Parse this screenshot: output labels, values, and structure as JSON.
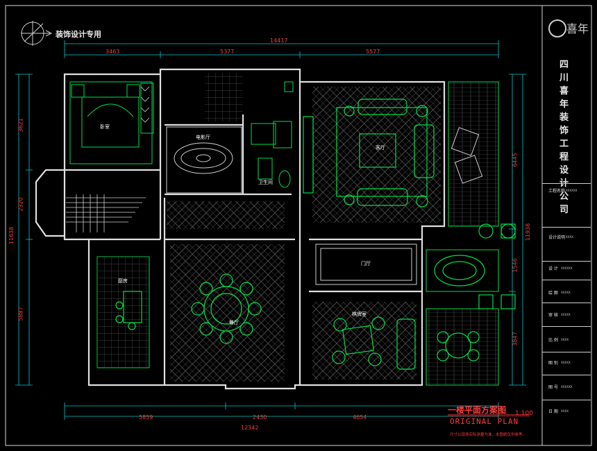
{
  "header": {
    "stamp_text": "装饰设计专用"
  },
  "dimensions": {
    "top_total": "14417",
    "top_segments": [
      "3463",
      "5377",
      "5577"
    ],
    "bottom_segments": [
      "5859",
      "2430",
      "4654"
    ],
    "bottom_total": "12342",
    "left": [
      "3621",
      "2320",
      "11638",
      "5887"
    ],
    "right": [
      "6445",
      "11938",
      "1546",
      "3847"
    ]
  },
  "rooms": {
    "bedroom": "卧室",
    "media_room": "电影厅",
    "living_room": "客厅",
    "foyer": "门厅",
    "kitchen": "厨房",
    "dining": "餐厅",
    "mahjong": "棋牌室",
    "bath": "卫生间"
  },
  "plan_title": {
    "cn": "一楼平面方案图",
    "scale": "1:100",
    "en": "ORIGINAL PLAN",
    "note": "尺寸以现场实际测量为准，本图纸仅供参考。"
  },
  "title_block": {
    "logo_text": "喜年",
    "company": "四川喜年装饰工程设计公司",
    "rows": [
      {
        "label": "工程名称",
        "value": "XXXXXX"
      },
      {
        "label": "设计说明",
        "value": "XXXX"
      },
      {
        "label": "设 计",
        "value": "XXXXXX"
      },
      {
        "label": "绘 图",
        "value": "XXXXX"
      },
      {
        "label": "审 核",
        "value": "XXXXX"
      },
      {
        "label": "比 例",
        "value": "XXXX"
      },
      {
        "label": "图 别",
        "value": "XXXXX"
      },
      {
        "label": "图 号",
        "value": "XXXXXX"
      },
      {
        "label": "日 期",
        "value": "XXXX"
      }
    ]
  }
}
